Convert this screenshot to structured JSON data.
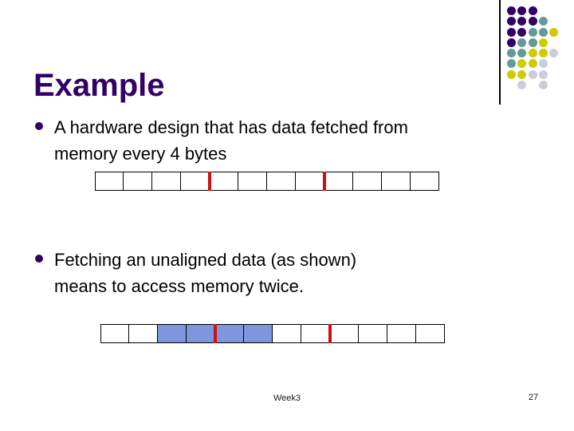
{
  "slide": {
    "title": "Example",
    "bullets": [
      {
        "line1": "A hardware design that has data fetched from",
        "line2": "memory every 4 bytes"
      },
      {
        "line1": "Fetching an unaligned data (as shown)",
        "line2": "means to access memory twice."
      }
    ],
    "footer": {
      "week_label": "Week3",
      "page_number": "27"
    }
  },
  "diagrams": [
    {
      "cells": 12,
      "blue_cells": [],
      "red_marks": [
        4,
        8
      ]
    },
    {
      "cells": 12,
      "blue_cells": [
        3,
        4,
        5,
        6
      ],
      "red_marks": [
        4,
        8
      ]
    }
  ],
  "decoration": {
    "dot_rows": [
      [
        "P",
        "P",
        "P",
        "",
        ""
      ],
      [
        "P",
        "P",
        "P",
        "T",
        ""
      ],
      [
        "P",
        "P",
        "T",
        "T",
        "Y"
      ],
      [
        "P",
        "T",
        "T",
        "Y",
        ""
      ],
      [
        "T",
        "T",
        "Y",
        "Y",
        "L"
      ],
      [
        "T",
        "Y",
        "Y",
        "L",
        ""
      ],
      [
        "Y",
        "Y",
        "L",
        "L",
        ""
      ],
      [
        "",
        "L",
        "",
        "L",
        ""
      ]
    ]
  },
  "colors": {
    "title_text": "#330066",
    "bullet_marker": "#330066",
    "red_mark": "#cc1111",
    "blue_fill": "#7e96dd",
    "dot_purple": "#330066",
    "dot_teal": "#669999",
    "dot_yellow": "#cccc00",
    "dot_light": "#ccccdf"
  }
}
